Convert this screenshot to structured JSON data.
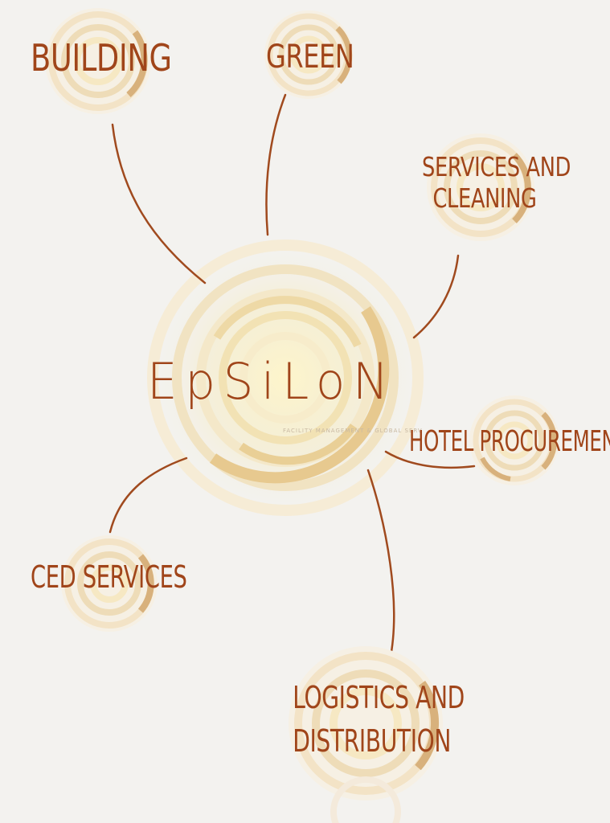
{
  "center": {
    "logo": "EpSiLoN",
    "tagline": "FACILITY MANAGEMENT & GLOBAL SERV"
  },
  "nodes": [
    {
      "id": "building",
      "label": "BUILDING"
    },
    {
      "id": "green",
      "label": "GREEN"
    },
    {
      "id": "services",
      "label_lines": [
        "SERVICES AND",
        "CLEANING"
      ]
    },
    {
      "id": "hotel",
      "label": "HOTEL PROCUREMENT"
    },
    {
      "id": "ced",
      "label": "CED SERVICES"
    },
    {
      "id": "logistics",
      "label_lines": [
        "LOGISTICS AND",
        "DISTRIBUTION"
      ]
    }
  ],
  "colors": {
    "text": "#a0451a",
    "connector": "#a04a1e",
    "ring_gold": "#e8c98c",
    "ring_light": "#f4e6c7",
    "background": "#f3f2ef"
  }
}
